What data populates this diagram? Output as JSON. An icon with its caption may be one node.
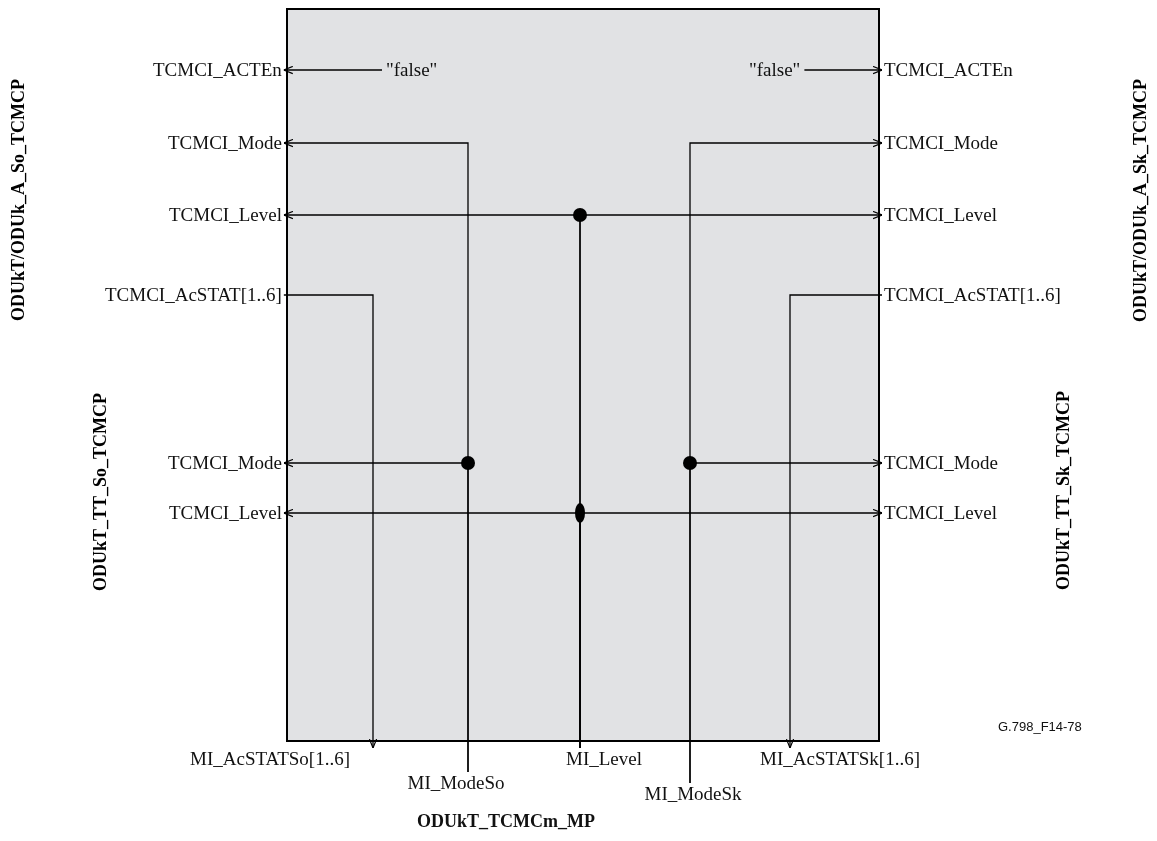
{
  "diagram": {
    "nodes": [
      {
        "text": [],
        "shape": "box"
      },
      {
        "text": [
          "TCMCI_ACTEn"
        ]
      },
      {
        "text": [
          "TCMCI_Mode"
        ]
      },
      {
        "text": [
          "TCMCI_Level"
        ]
      },
      {
        "text": [
          "TCMCI_AcSTAT[1..6]"
        ]
      },
      {
        "text": [
          "TCMCI_Mode"
        ]
      },
      {
        "text": [
          "TCMCI_Level"
        ]
      },
      {
        "text": [
          "TCMCI_ACTEn"
        ]
      },
      {
        "text": [
          "TCMCI_Mode"
        ]
      },
      {
        "text": [
          "TCMCI_Level"
        ]
      },
      {
        "text": [
          "TCMCI_AcSTAT[1..6]"
        ]
      },
      {
        "text": [
          "TCMCI_Mode"
        ]
      },
      {
        "text": [
          "TCMCI_Level"
        ]
      },
      {
        "text": [
          "\"false\""
        ],
        "in": 0
      },
      {
        "text": [
          "\"false\""
        ],
        "in": 0
      },
      {
        "text": [
          "MI_AcSTATSo[1..6]"
        ]
      },
      {
        "text": [
          "MI_ModeSo"
        ]
      },
      {
        "text": [
          "MI_Level"
        ]
      },
      {
        "text": [
          "MI_ModeSk"
        ]
      },
      {
        "text": [
          "MI_AcSTATSk[1..6]"
        ]
      }
    ],
    "edges": [
      {
        "from": 13,
        "to": 1,
        "arrow": "to"
      },
      {
        "from": 14,
        "to": 7,
        "arrow": "to"
      },
      {
        "from": 16,
        "to": 2,
        "arrow": "to"
      },
      {
        "from": 16,
        "to": 5,
        "arrow": "to"
      },
      {
        "from": 17,
        "to": 3,
        "arrow": "to"
      },
      {
        "from": 17,
        "to": 9,
        "arrow": "to"
      },
      {
        "from": 17,
        "to": 6,
        "arrow": "to"
      },
      {
        "from": 17,
        "to": 12,
        "arrow": "to"
      },
      {
        "from": 18,
        "to": 8,
        "arrow": "to"
      },
      {
        "from": 18,
        "to": 11,
        "arrow": "to"
      },
      {
        "from": 4,
        "to": 15,
        "arrow": "to"
      },
      {
        "from": 10,
        "to": 19,
        "arrow": "to"
      }
    ],
    "labels": [
      "ODUkT/ODUk_A_So_TCMCP",
      "ODUkT_TT_So_TCMCP",
      "ODUkT/ODUk_A_Sk_TCMCP",
      "ODUkT_TT_Sk_TCMCP",
      "G.798_F14-78",
      "ODUkT_TCMCm_MP"
    ]
  }
}
